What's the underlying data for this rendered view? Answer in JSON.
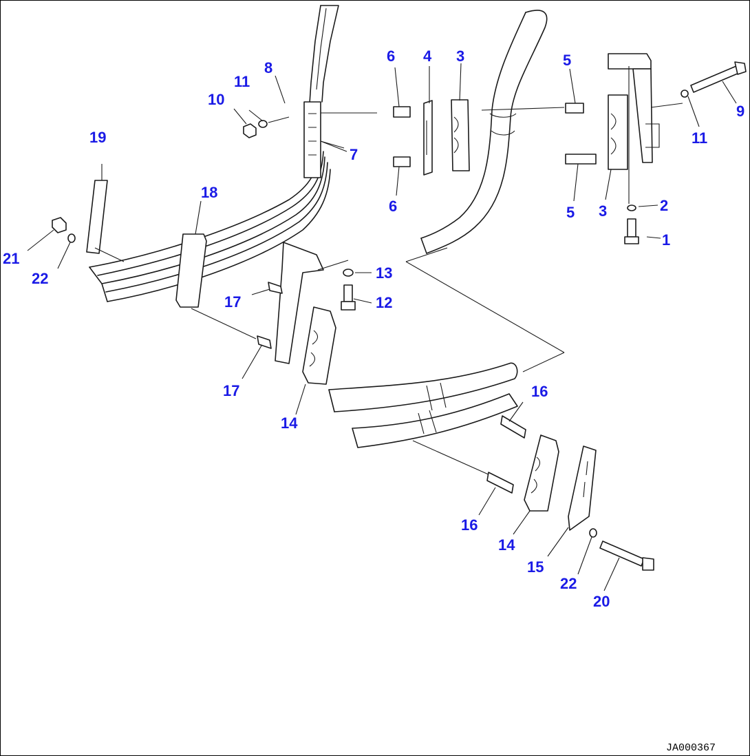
{
  "drawing_number": "JA000367",
  "callout_color": "#1a1ae6",
  "callouts": [
    {
      "id": "c1",
      "label": "1"
    },
    {
      "id": "c2",
      "label": "2"
    },
    {
      "id": "c3a",
      "label": "3"
    },
    {
      "id": "c3b",
      "label": "3"
    },
    {
      "id": "c4",
      "label": "4"
    },
    {
      "id": "c5a",
      "label": "5"
    },
    {
      "id": "c5b",
      "label": "5"
    },
    {
      "id": "c6a",
      "label": "6"
    },
    {
      "id": "c6b",
      "label": "6"
    },
    {
      "id": "c7",
      "label": "7"
    },
    {
      "id": "c8",
      "label": "8"
    },
    {
      "id": "c9",
      "label": "9"
    },
    {
      "id": "c10",
      "label": "10"
    },
    {
      "id": "c11a",
      "label": "11"
    },
    {
      "id": "c11b",
      "label": "11"
    },
    {
      "id": "c12",
      "label": "12"
    },
    {
      "id": "c13",
      "label": "13"
    },
    {
      "id": "c14a",
      "label": "14"
    },
    {
      "id": "c14b",
      "label": "14"
    },
    {
      "id": "c15",
      "label": "15"
    },
    {
      "id": "c16a",
      "label": "16"
    },
    {
      "id": "c16b",
      "label": "16"
    },
    {
      "id": "c17a",
      "label": "17"
    },
    {
      "id": "c17b",
      "label": "17"
    },
    {
      "id": "c18",
      "label": "18"
    },
    {
      "id": "c19",
      "label": "19"
    },
    {
      "id": "c20",
      "label": "20"
    },
    {
      "id": "c21",
      "label": "21"
    },
    {
      "id": "c22a",
      "label": "22"
    },
    {
      "id": "c22b",
      "label": "22"
    }
  ]
}
